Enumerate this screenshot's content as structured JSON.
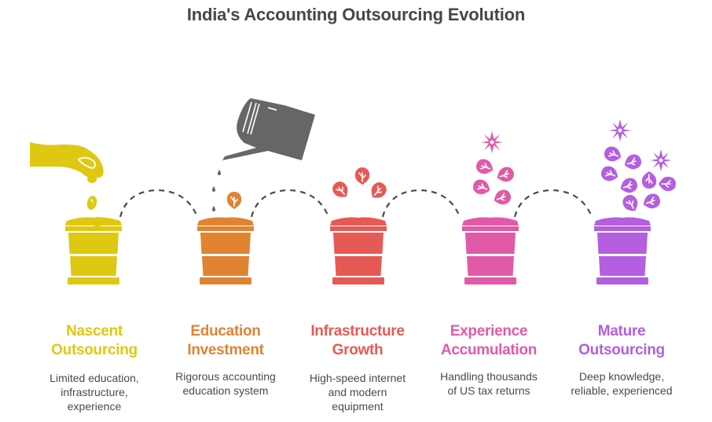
{
  "title": "India's Accounting Outsourcing Evolution",
  "colors": {
    "title": "#474747",
    "connector": "#4a4a4a",
    "watering_can": "#666666",
    "description": "#4a4a4a"
  },
  "stages": [
    {
      "heading_line1": "Nascent",
      "heading_line2": "Outsourcing",
      "description_lines": [
        "Limited education,",
        "infrastructure,",
        "experience"
      ],
      "color": "#dfc812",
      "icon": "hand-dropping-seeds-icon"
    },
    {
      "heading_line1": "Education",
      "heading_line2": "Investment",
      "description_lines": [
        "Rigorous accounting",
        "education system"
      ],
      "color": "#e08432",
      "icon": "watering-can-sprout-icon"
    },
    {
      "heading_line1": "Infrastructure",
      "heading_line2": "Growth",
      "description_lines": [
        "High-speed internet",
        "and modern",
        "equipment"
      ],
      "color": "#e65a56",
      "icon": "three-leaves-icon"
    },
    {
      "heading_line1": "Experience",
      "heading_line2": "Accumulation",
      "description_lines": [
        "Handling thousands",
        "of US tax returns"
      ],
      "color": "#e05aa8",
      "icon": "leaves-and-flower-icon"
    },
    {
      "heading_line1": "Mature",
      "heading_line2": "Outsourcing",
      "description_lines": [
        "Deep knowledge,",
        "reliable, experienced"
      ],
      "color": "#b45ee0",
      "icon": "full-bloom-icon"
    }
  ]
}
